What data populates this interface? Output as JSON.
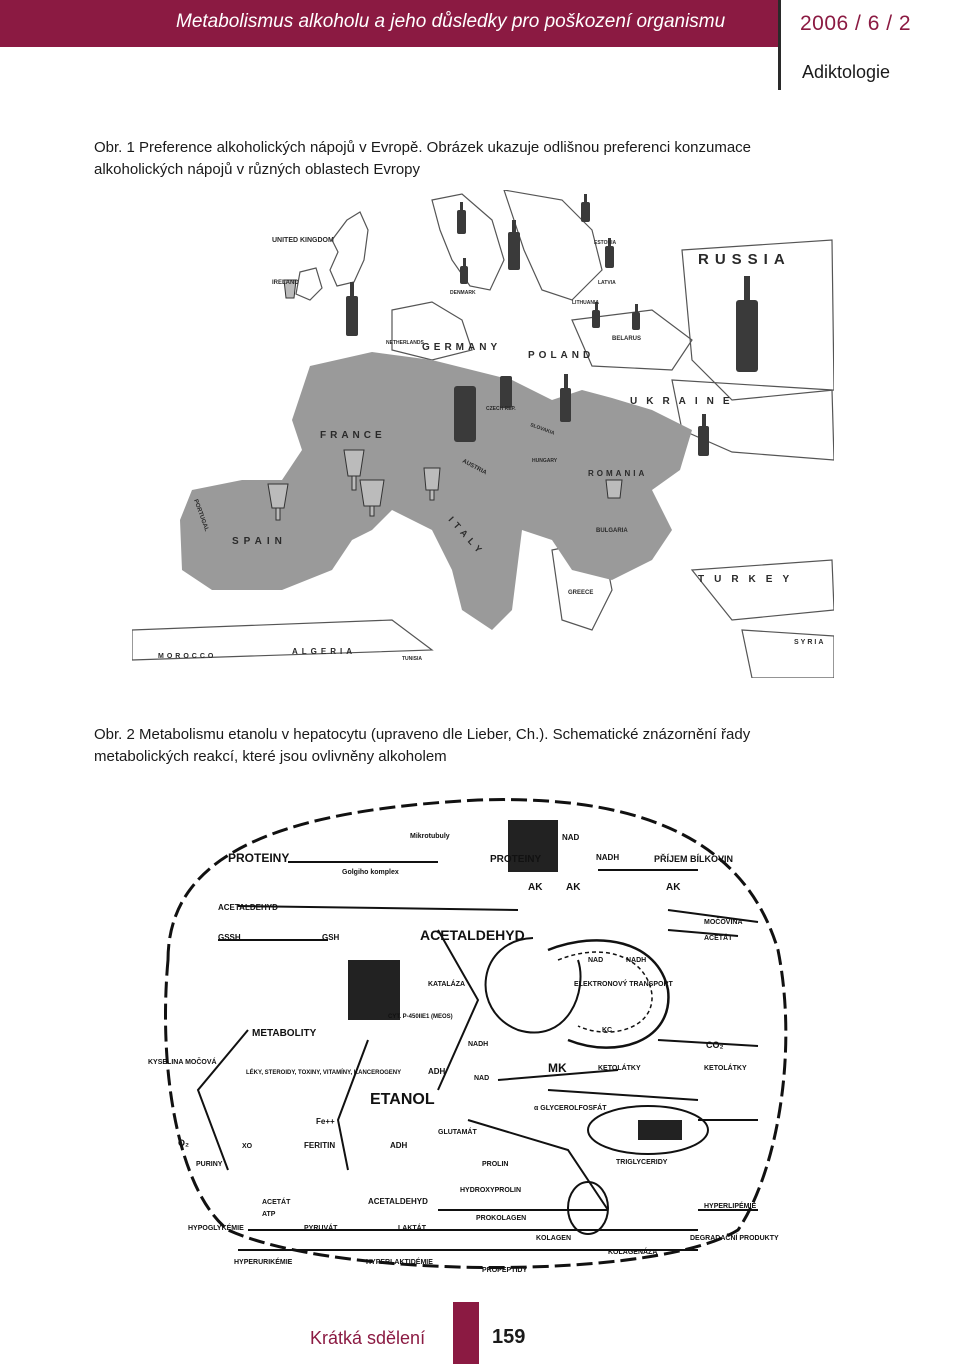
{
  "header": {
    "title": "Metabolismus alkoholu a jeho důsledky pro poškození organismu",
    "issue": "2006 / 6 / 2",
    "journal": "Adiktologie"
  },
  "figure1": {
    "caption_line1": "Obr. 1 Preference alkoholických nápojů v Evropě. Obrázek ukazuje odlišnou preferenci konzumace",
    "caption_line2": "alkoholických nápojů v různých oblastech Evropy",
    "labels": {
      "uk": "UNITED KINGDOM",
      "ireland": "IRELAND",
      "russia": "RUSSIA",
      "germany": "GERMANY",
      "poland": "POLAND",
      "ukraine": "UKRAINE",
      "france": "FRANCE",
      "romania": "ROMANIA",
      "spain": "SPAIN",
      "italy": "ITALY",
      "turkey": "TURKEY",
      "morocco": "MOROCCO",
      "algeria": "ALGERIA",
      "syria": "SYRIA",
      "belarus": "BELARUS",
      "estonia": "ESTONIA",
      "latvia": "LATVIA",
      "lithuania": "LITHUANIA",
      "austria": "AUSTRIA",
      "hungary": "HUNGARY",
      "bulgaria": "BULGARIA",
      "greece": "GREECE",
      "netherlands": "NETHERLANDS",
      "denmark": "DENMARK",
      "czech": "CZECH REP.",
      "slovakia": "SLOVAKIA",
      "tunisia": "TUNISIA",
      "portugal": "PORTUGAL"
    }
  },
  "figure2": {
    "caption_line1": "Obr. 2 Metabolismu etanolu v hepatocytu (upraveno dle Lieber, Ch.). Schematické znázornění řady",
    "caption_line2": "metabolických reakcí, které jsou ovlivněny alkoholem",
    "labels": {
      "proteiny": "PROTEINY",
      "mikrotubuly": "Mikrotubuly",
      "golgiho": "Golgiho komplex",
      "proteiny2": "PROTEINY",
      "nad1": "NAD",
      "nadh1": "NADH",
      "prijem": "PŘÍJEM BÍLKOVIN",
      "ak1": "AK",
      "ak2": "AK",
      "ak3": "AK",
      "acetaldehyd1": "ACETALDEHYD",
      "mocovina": "MOČOVINA",
      "acetat1": "ACETÁT",
      "gssh": "GSSH",
      "gsh": "GSH",
      "acetaldehyd_big": "ACETALDEHYD",
      "katalaza": "KATALÁZA",
      "nad2": "NAD",
      "nadh2": "NADH",
      "elektron": "ELEKTRONOVÝ TRANSPORT",
      "kc": "KC",
      "metabolity": "METABOLITY",
      "cyt": "CYT. P-450IIE1 (MEOS)",
      "co2": "CO₂",
      "kyselina": "KYSELINA MOČOVÁ",
      "leky": "LÉKY, STEROIDY, TOXINY, VITAMÍNY, KANCEROGENY",
      "nadh3": "NADH",
      "adh1": "ADH",
      "nad3": "NAD",
      "mk": "MK",
      "ketolatky1": "KETOLÁTKY",
      "ketolatky2": "KETOLÁTKY",
      "etanol": "ETANOL",
      "glycerol": "α GLYCEROLFOSFÁT",
      "o2": "O₂",
      "fe": "Fe++",
      "feritin": "FERITIN",
      "adh2": "ADH",
      "glutamat": "GLUTAMÁT",
      "xo": "XO",
      "purin": "PURINY",
      "prolin": "PROLIN",
      "trigly": "TRIGLYCERIDY",
      "acetat2": "ACETÁT",
      "atp": "ATP",
      "acetaldehyd3": "ACETALDEHYD",
      "hydroxyprolin": "HYDROXYPROLIN",
      "hyperlip": "HYPERLIPÉMIE",
      "hypogly": "HYPOGLYKÉMIE",
      "pyruvat": "PYRUVÁT",
      "laktat": "LAKTÁT",
      "prokolagen": "PROKOLAGEN",
      "kolagen": "KOLAGEN",
      "degradacni": "DEGRADAČNÍ PRODUKTY",
      "kolagenaza": "KOLAGENÁZA",
      "hyperurik": "HYPERURIKÉMIE",
      "hyperlakt": "HYPERLAKTIDÉMIE",
      "propeptidy": "PROPEPTIDY"
    }
  },
  "footer": {
    "section": "Krátká sdělení",
    "page": "159"
  }
}
